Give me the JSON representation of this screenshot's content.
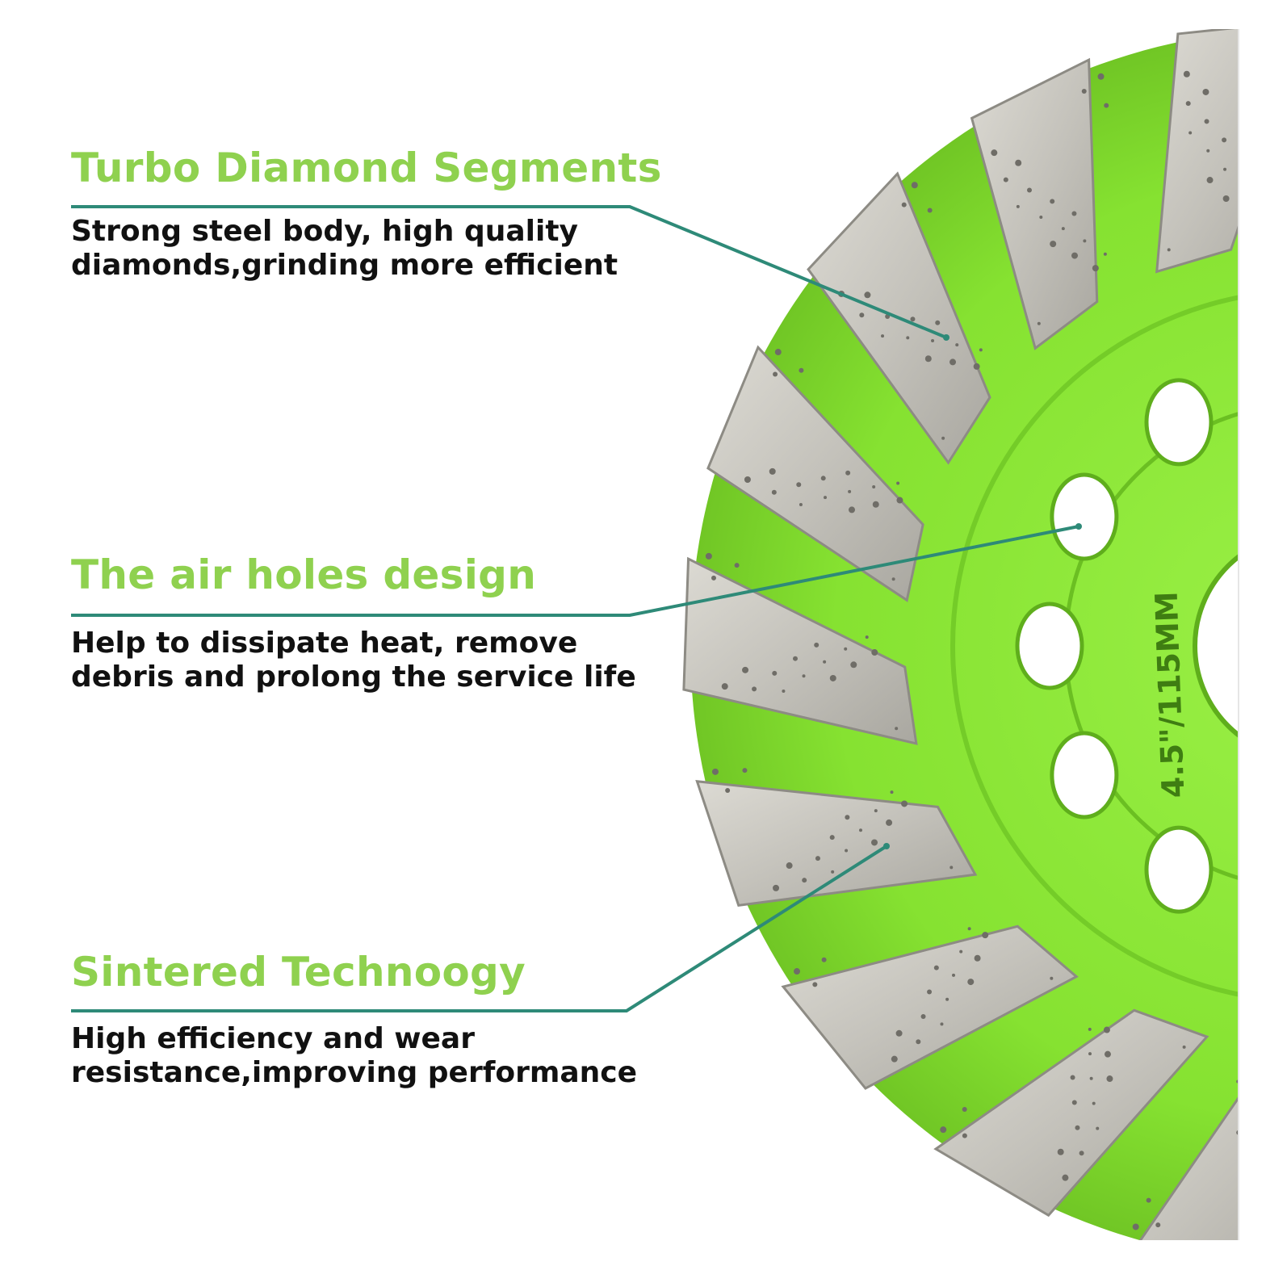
{
  "colors": {
    "title_green": "#8fd14f",
    "leader_teal": "#2e8a78",
    "wheel_green": "#8be836",
    "segment_grey": "#c9c7c0",
    "text_dark": "#111111"
  },
  "features": [
    {
      "title": "Turbo Diamond Segments",
      "desc_line1": "Strong steel body, high quality",
      "desc_line2": "diamonds,grinding more efficient"
    },
    {
      "title": "The air holes design",
      "desc_line1": "Help to dissipate heat, remove",
      "desc_line2": "debris and prolong the service life"
    },
    {
      "title": "Sintered Technoogy",
      "desc_line1": "High efficiency and wear",
      "desc_line2": "resistance,improving performance"
    }
  ],
  "wheel": {
    "size_marking": "4.5\"/115MM"
  }
}
